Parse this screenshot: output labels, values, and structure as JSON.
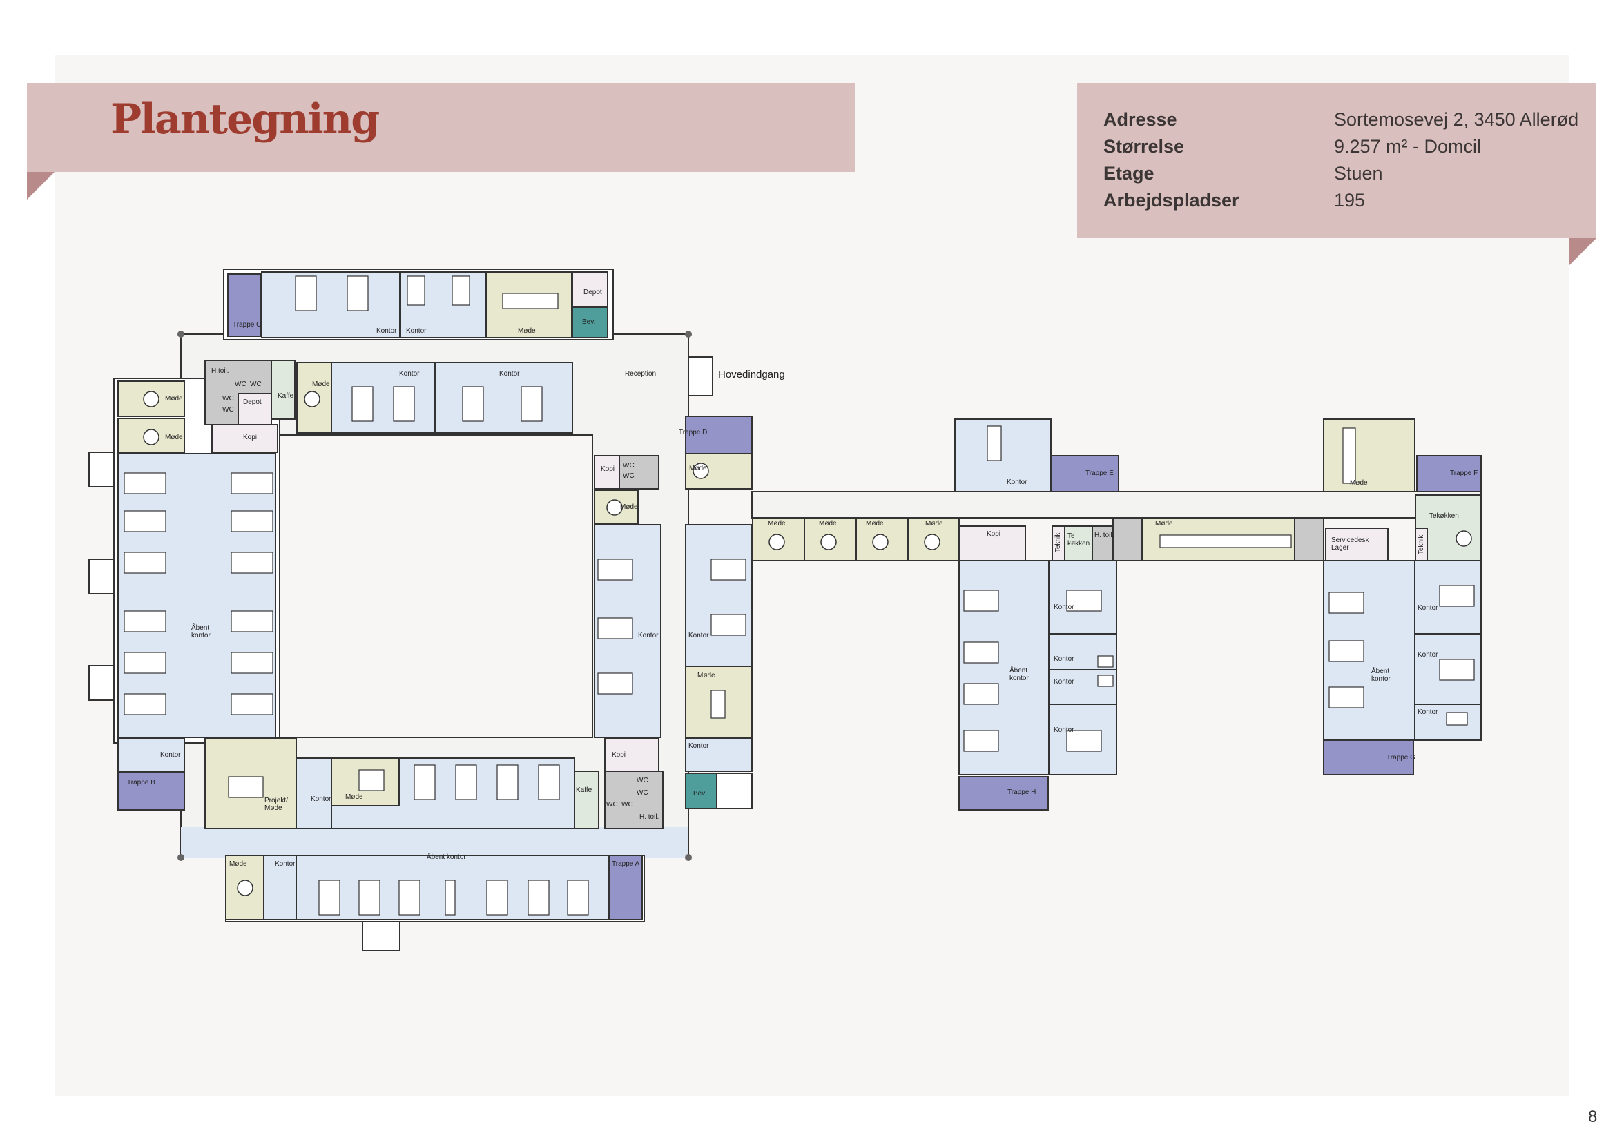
{
  "header": {
    "title": "Plantegning"
  },
  "info": [
    {
      "label": "Adresse",
      "value": "Sortemosevej 2, 3450 Allerød"
    },
    {
      "label": "Størrelse",
      "value": "9.257 m² - Domcil"
    },
    {
      "label": "Etage",
      "value": "Stuen"
    },
    {
      "label": "Arbejdspladser",
      "value": "195"
    }
  ],
  "page_number": "8",
  "colors": {
    "office": "#dde6f3",
    "meeting": "#e7e8cd",
    "stairs": "#9494c8",
    "storage_teal": "#4f9e9b",
    "wc": "#c9c9c9",
    "copy": "#f2ecf1",
    "kitchen": "#dfe9de",
    "title": "#9e3d2f",
    "banner": "#d9bfbd"
  },
  "plan": {
    "rooms": [
      "Trappe C",
      "Kontor",
      "Kontor",
      "Møde",
      "Depot",
      "Bev.",
      "Hovedindgang",
      "Reception",
      "H.toil.",
      "WC",
      "WC",
      "WC",
      "WC",
      "Depot",
      "Kaffe",
      "Kopi",
      "Møde",
      "Kontor",
      "Kontor",
      "Møde",
      "Møde",
      "Åbent\nkontor",
      "Trappe D",
      "Møde",
      "Kopi",
      "WC",
      "WC",
      "Møde",
      "Kontor",
      "Kontor",
      "Møde",
      "Kontor",
      "Bev.",
      "Kopi",
      "Kaffe",
      "WC",
      "WC",
      "WC",
      "WC",
      "H. toil.",
      "Kontor",
      "Trappe B",
      "Projekt/\nMøde",
      "Kontor",
      "Møde",
      "Åbent kontor",
      "Møde",
      "Kontor",
      "Trappe A",
      "Møde",
      "Møde",
      "Møde",
      "Møde",
      "Kopi",
      "Kontor",
      "Trappe E",
      "Teknik",
      "Te\nkøkken",
      "H. toil.",
      "Møde",
      "Servicedesk\nLager",
      "Teknik",
      "Tekøkken",
      "Møde",
      "Trappe F",
      "Åbent\nkontor",
      "Kontor",
      "Kontor",
      "Kontor",
      "Kontor",
      "Trappe H",
      "Åbent\nkontor",
      "Kontor",
      "Kontor",
      "Kontor",
      "Trappe G"
    ]
  }
}
